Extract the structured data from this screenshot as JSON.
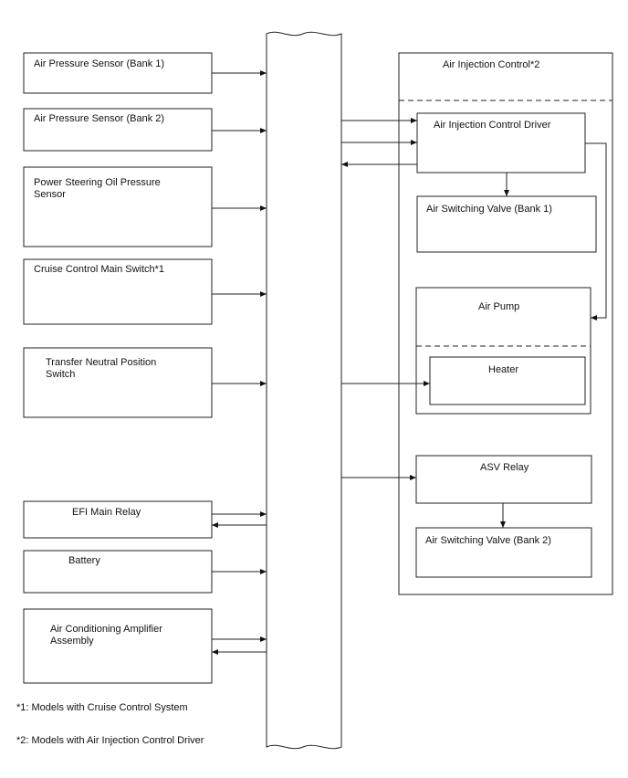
{
  "left_blocks": [
    {
      "id": "air-pressure-sensor-bank1",
      "label": "Air Pressure Sensor (Bank 1)"
    },
    {
      "id": "air-pressure-sensor-bank2",
      "label": "Air Pressure Sensor (Bank 2)"
    },
    {
      "id": "power-steering-oil-pressure-sensor",
      "label": "Power Steering Oil Pressure\nSensor"
    },
    {
      "id": "cruise-control-main-switch",
      "label": "Cruise Control Main Switch*1"
    },
    {
      "id": "transfer-neutral-position-switch",
      "label": "Transfer Neutral Position\nSwitch"
    },
    {
      "id": "efi-main-relay",
      "label": "EFI Main Relay"
    },
    {
      "id": "battery",
      "label": "Battery"
    },
    {
      "id": "air-conditioning-amplifier-assembly",
      "label": "Air Conditioning Amplifier\nAssembly"
    }
  ],
  "air_injection_control": {
    "title": "Air Injection Control*2",
    "driver": "Air Injection Control Driver",
    "switching_valve_bank1": "Air Switching Valve (Bank 1)",
    "air_pump": "Air Pump",
    "heater": "Heater",
    "asv_relay": "ASV Relay",
    "switching_valve_bank2": "Air Switching Valve (Bank 2)"
  },
  "footnotes": [
    "*1: Models with Cruise Control System",
    "*2: Models with Air Injection Control Driver"
  ]
}
